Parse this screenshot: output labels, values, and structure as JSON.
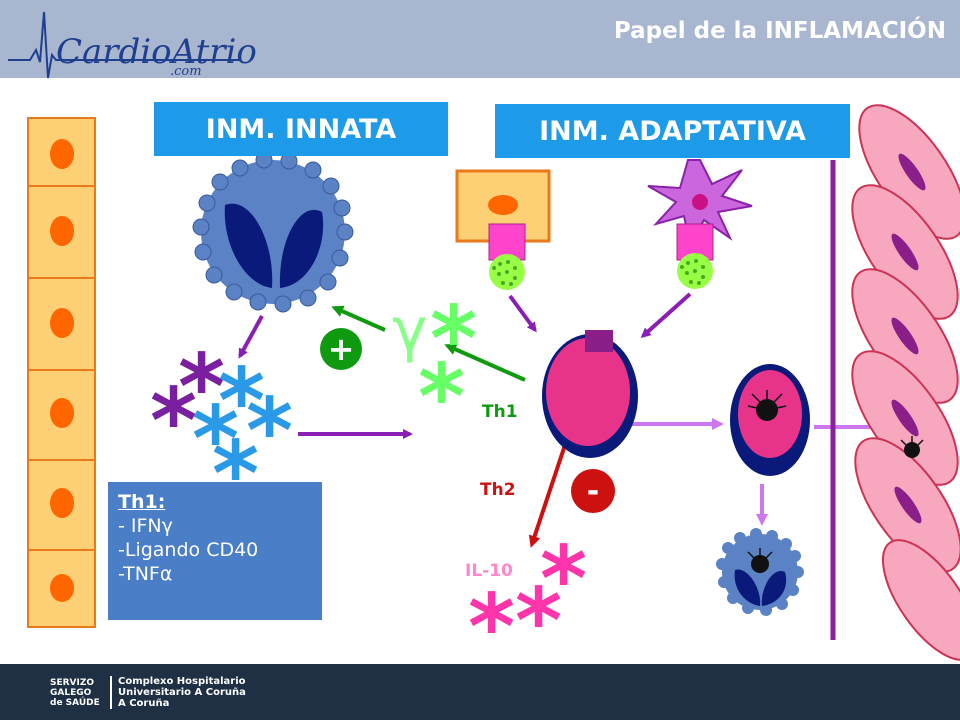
{
  "header": {
    "title": "Papel de la INFLAMACIÓN",
    "logo": "CardioAtrio",
    "logo_domain": ".com"
  },
  "sections": {
    "innate": "INM. INNATA",
    "adaptive": "INM. ADAPTATIVA"
  },
  "labels": {
    "th1": "Th1",
    "th2": "Th2",
    "il10": "IL-10",
    "gamma": "γ",
    "plus": "+",
    "minus": "-"
  },
  "legend": {
    "title": "Th1:",
    "items": [
      "- IFNγ",
      "-Ligando CD40",
      "-TNFα"
    ]
  },
  "footer": {
    "org": [
      "SERVIZO",
      "GALEGO",
      "de SAÚDE"
    ],
    "hospital": [
      "Complexo Hospitalario",
      "Universitario A Coruña",
      "A Coruña"
    ]
  },
  "colors": {
    "header_band": "#a9b6cf",
    "section_box": "#1d9ae8",
    "legend_box": "#4a7ec6",
    "endothelium": "#fdd075",
    "nucleus": "#ff6600",
    "macrophage": "#5b82c4",
    "lymphocyte_core": "#e8338a",
    "lymphocyte_rim": "#0a1a7a",
    "cytokine_purple": "#7a1fa0",
    "cytokine_blue": "#2a9ae8",
    "cytokine_pink": "#ff33aa",
    "cytokine_green": "#66ff66",
    "smooth_muscle": "#f7a8bf",
    "footer_band": "#1f2f44"
  }
}
